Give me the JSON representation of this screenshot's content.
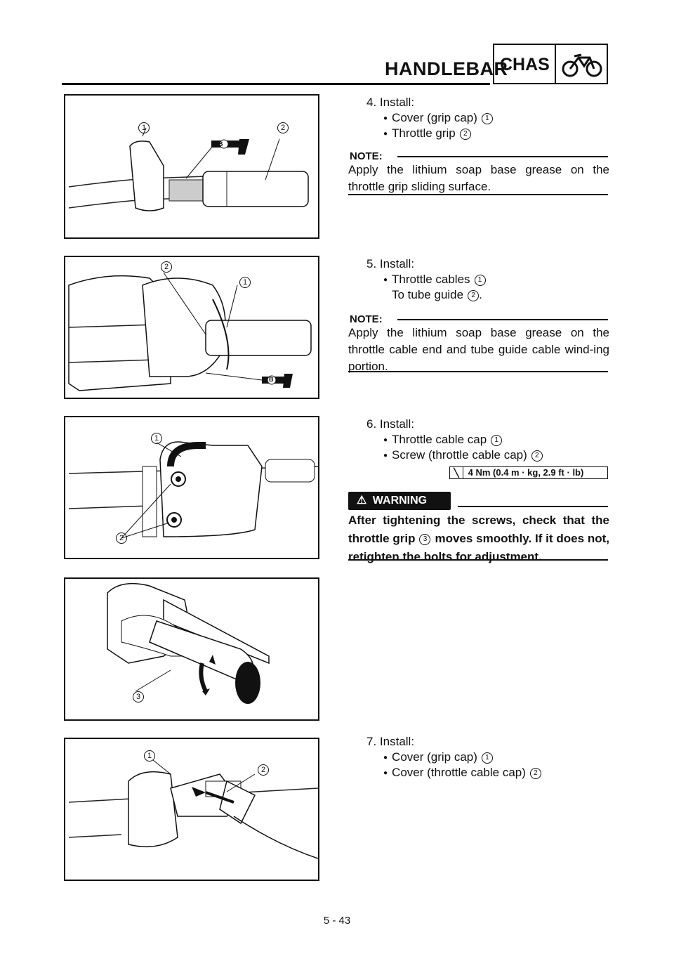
{
  "header": {
    "title": "HANDLEBAR",
    "section_code": "CHAS",
    "section_icon": "motorcycle-icon"
  },
  "steps": [
    {
      "number": "4.",
      "label": "Install:",
      "items": [
        {
          "text": "Cover (grip cap)",
          "ref": "1"
        },
        {
          "text": "Throttle grip",
          "ref": "2"
        }
      ],
      "note_label": "NOTE:",
      "note": "Apply the lithium soap base grease on the throttle grip sliding surface."
    },
    {
      "number": "5.",
      "label": "Install:",
      "items": [
        {
          "text": "Throttle cables",
          "ref": "1"
        }
      ],
      "sub_text": "To tube guide",
      "sub_ref": "2",
      "sub_suffix": ".",
      "note_label": "NOTE:",
      "note": "Apply the lithium soap base grease on the throttle cable end and tube guide cable wind-ing portion."
    },
    {
      "number": "6.",
      "label": "Install:",
      "items": [
        {
          "text": "Throttle cable cap",
          "ref": "1"
        },
        {
          "text": "Screw (throttle cable cap)",
          "ref": "2"
        }
      ],
      "torque": "4 Nm (0.4 m · kg, 2.9 ft · lb)",
      "torque_icon": "torque-wrench-icon",
      "warning_label": "WARNING",
      "warning_pre": "After tightening the screws, check that the throttle grip",
      "warning_ref": "3",
      "warning_post": "moves smoothly. If it does not, retighten the bolts for adjustment."
    },
    {
      "number": "7.",
      "label": "Install:",
      "items": [
        {
          "text": "Cover (grip cap)",
          "ref": "1"
        },
        {
          "text": "Cover (throttle cable cap)",
          "ref": "2"
        }
      ]
    }
  ],
  "figures": [
    {
      "callouts": [
        "1",
        "2"
      ],
      "grease_mark": "B"
    },
    {
      "callouts": [
        "2",
        "1"
      ],
      "grease_mark": "B"
    },
    {
      "callouts": [
        "1",
        "2"
      ]
    },
    {
      "callouts": [
        "3"
      ]
    },
    {
      "callouts": [
        "1",
        "2"
      ]
    }
  ],
  "page_number": "5 - 43"
}
